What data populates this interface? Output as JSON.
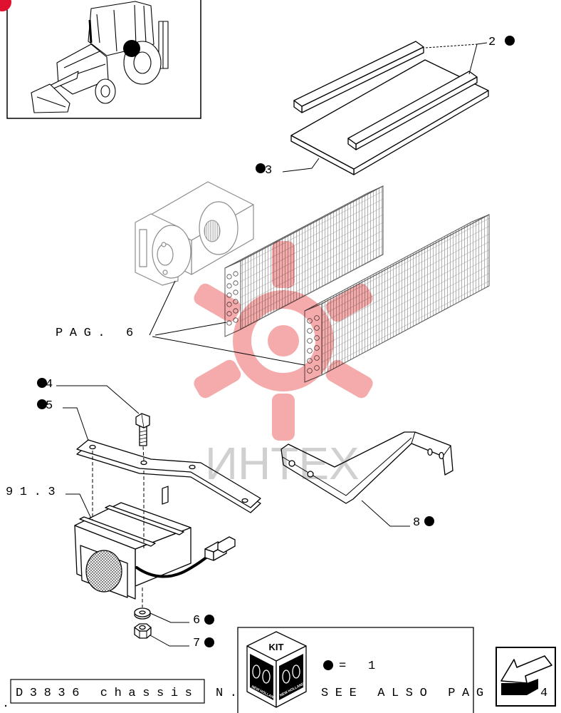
{
  "callouts": {
    "c2": "2",
    "c3": "3",
    "c4": "4",
    "c5": "5",
    "c6": "6",
    "c7": "7",
    "c8": "8"
  },
  "references": {
    "pag6": "PAG. 6",
    "ref913": "91.3"
  },
  "kit_box": {
    "cube_label": "KIT",
    "logo_text": "NEW HOLLAND",
    "legend_equals": "=",
    "legend_qty": "1"
  },
  "footer": {
    "model": "D3836 chassis",
    "number_label": "N.",
    "see_also": "SEE ALSO PAG",
    "see_also_page": "4"
  },
  "watermark": {
    "text": "ИНТЕХ"
  },
  "colors": {
    "line": "#000000",
    "watermark_red": "#e84545",
    "watermark_grey": "#c4c4c4",
    "page_marker_red": "#e01030"
  },
  "icons": [
    "location-marker-dot",
    "part-marker-dot",
    "kit-cube-icon",
    "new-holland-logo-icon",
    "next-page-arrow-icon"
  ]
}
